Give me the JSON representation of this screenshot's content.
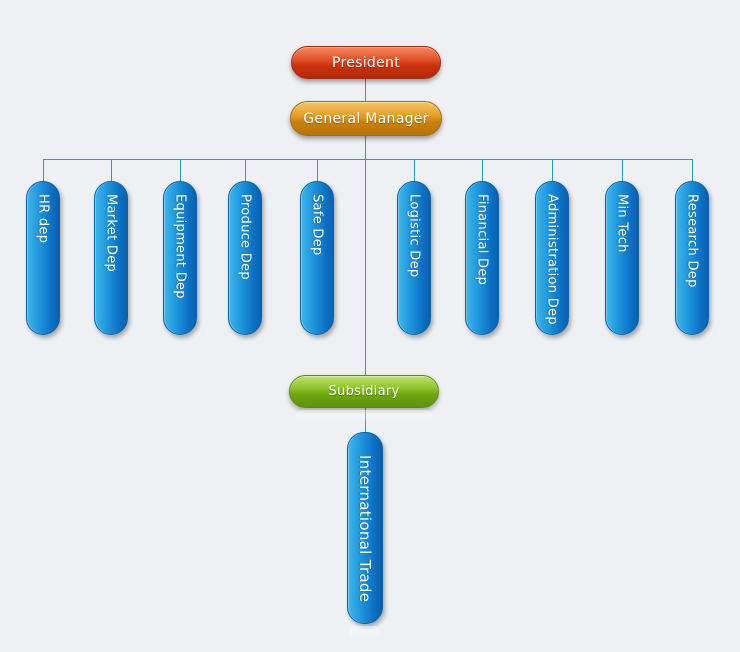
{
  "president": "President",
  "general_manager": "General Manager",
  "departments": [
    "HR dep",
    "Market Dep",
    "Equipment Dep",
    "Produce Dep",
    "Safe Dep",
    "Logistic Dep",
    "Financial Dep",
    "Administration Dep",
    "Min Tech",
    "Research Dep"
  ],
  "subsidiary": "Subsidiary",
  "subsidiary_unit": "International Trade",
  "colors": {
    "president": "#d9441c",
    "general_manager": "#dc9520",
    "subsidiary": "#84bd22",
    "department": "#1784d0",
    "connector": "#1aa0cf",
    "background": "#eff0f3"
  }
}
